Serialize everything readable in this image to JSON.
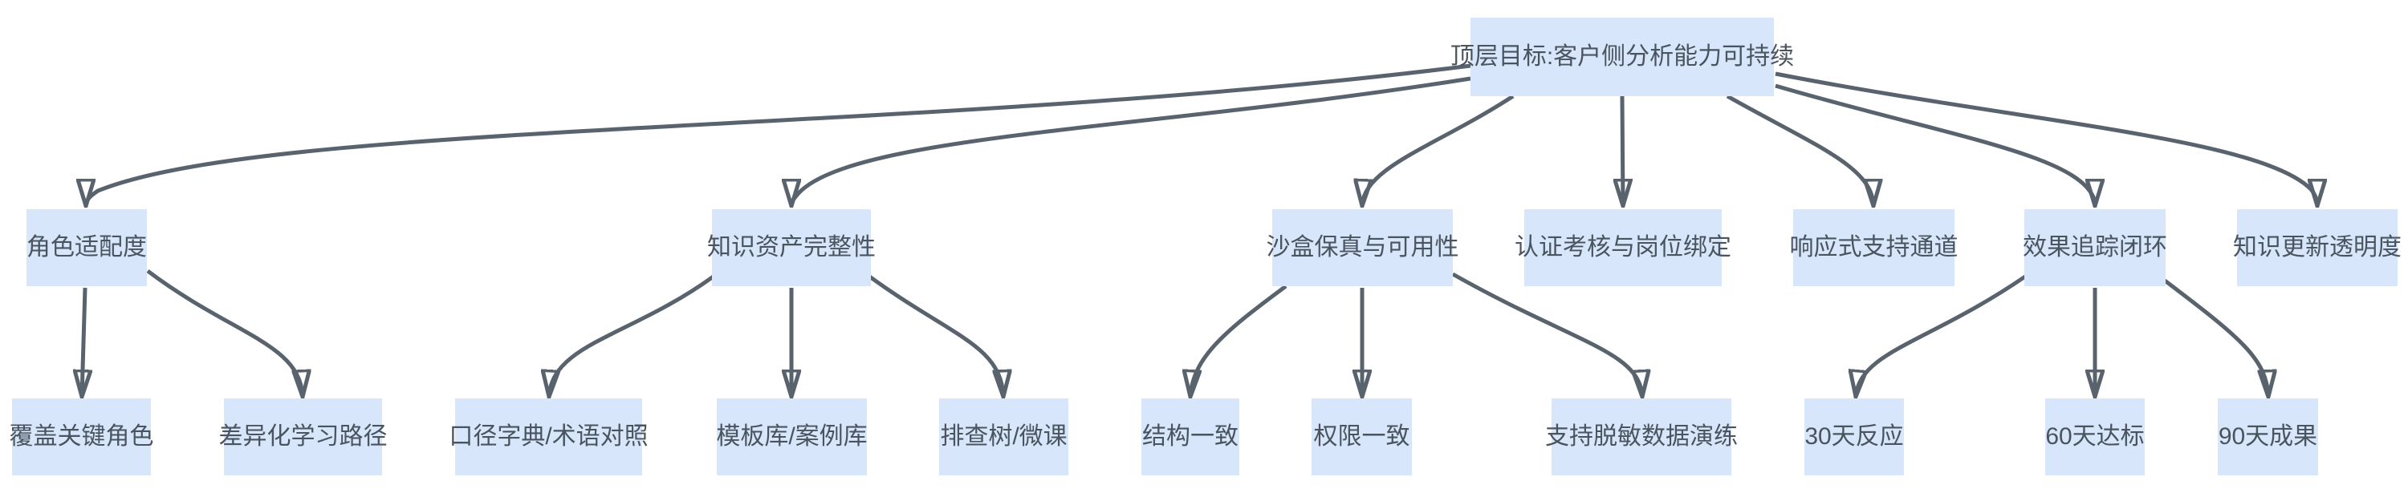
{
  "diagram": {
    "type": "tree-flowchart",
    "orientation": "top-down",
    "levels": 3,
    "colors": {
      "background": "#ffffff",
      "node_fill": "#d7e6fa",
      "node_text": "#4a545e",
      "edge": "#59636e"
    },
    "nodes": [
      {
        "id": "top-goal",
        "level": 0,
        "label": "顶层目标:客户侧分析能力可持续"
      },
      {
        "id": "role-fit",
        "level": 1,
        "label": "角色适配度"
      },
      {
        "id": "knowledge",
        "level": 1,
        "label": "知识资产完整性"
      },
      {
        "id": "sandbox",
        "level": 1,
        "label": "沙盒保真与可用性"
      },
      {
        "id": "cert",
        "level": 1,
        "label": "认证考核与岗位绑定"
      },
      {
        "id": "response",
        "level": 1,
        "label": "响应式支持通道"
      },
      {
        "id": "tracking",
        "level": 1,
        "label": "效果追踪闭环"
      },
      {
        "id": "transparency",
        "level": 1,
        "label": "知识更新透明度"
      },
      {
        "id": "cover-roles",
        "level": 2,
        "label": "覆盖关键角色"
      },
      {
        "id": "diff-paths",
        "level": 2,
        "label": "差异化学习路径"
      },
      {
        "id": "dict",
        "level": 2,
        "label": "口径字典/术语对照"
      },
      {
        "id": "templates",
        "level": 2,
        "label": "模板库/案例库"
      },
      {
        "id": "tree-courses",
        "level": 2,
        "label": "排查树/微课"
      },
      {
        "id": "structure",
        "level": 2,
        "label": "结构一致"
      },
      {
        "id": "perms",
        "level": 2,
        "label": "权限一致"
      },
      {
        "id": "masked-data",
        "level": 2,
        "label": "支持脱敏数据演练"
      },
      {
        "id": "d30",
        "level": 2,
        "label": "30天反应"
      },
      {
        "id": "d60",
        "level": 2,
        "label": "60天达标"
      },
      {
        "id": "d90",
        "level": 2,
        "label": "90天成果"
      }
    ],
    "edges": [
      {
        "from": "top-goal",
        "to": "role-fit"
      },
      {
        "from": "top-goal",
        "to": "knowledge"
      },
      {
        "from": "top-goal",
        "to": "sandbox"
      },
      {
        "from": "top-goal",
        "to": "cert"
      },
      {
        "from": "top-goal",
        "to": "response"
      },
      {
        "from": "top-goal",
        "to": "tracking"
      },
      {
        "from": "top-goal",
        "to": "transparency"
      },
      {
        "from": "role-fit",
        "to": "cover-roles"
      },
      {
        "from": "role-fit",
        "to": "diff-paths"
      },
      {
        "from": "knowledge",
        "to": "dict"
      },
      {
        "from": "knowledge",
        "to": "templates"
      },
      {
        "from": "knowledge",
        "to": "tree-courses"
      },
      {
        "from": "sandbox",
        "to": "structure"
      },
      {
        "from": "sandbox",
        "to": "perms"
      },
      {
        "from": "sandbox",
        "to": "masked-data"
      },
      {
        "from": "tracking",
        "to": "d30"
      },
      {
        "from": "tracking",
        "to": "d60"
      },
      {
        "from": "tracking",
        "to": "d90"
      }
    ]
  }
}
